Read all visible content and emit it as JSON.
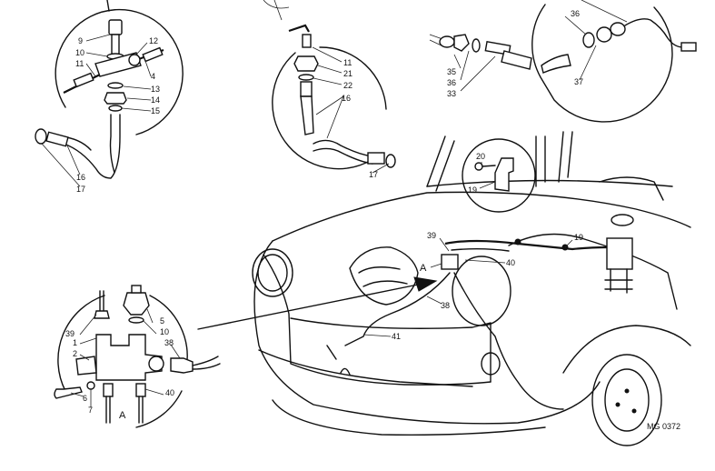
{
  "figure": {
    "reference": "MG 0372",
    "detail_top_left": {
      "labels": [
        "9",
        "10",
        "11",
        "12",
        "4",
        "13",
        "14",
        "15",
        "16",
        "17"
      ]
    },
    "detail_top_center": {
      "labels": [
        "11",
        "21",
        "22",
        "16",
        "17"
      ]
    },
    "detail_top_right": {
      "labels": [
        "35",
        "36",
        "33",
        "36",
        "37"
      ]
    },
    "detail_bracket": {
      "labels": [
        "20",
        "19"
      ]
    },
    "vehicle": {
      "labels": [
        "39",
        "A",
        "40",
        "19",
        "38",
        "41"
      ]
    },
    "detail_valve": {
      "labels": [
        "39",
        "1",
        "2",
        "5",
        "10",
        "38",
        "6",
        "7",
        "40",
        "A"
      ]
    }
  }
}
